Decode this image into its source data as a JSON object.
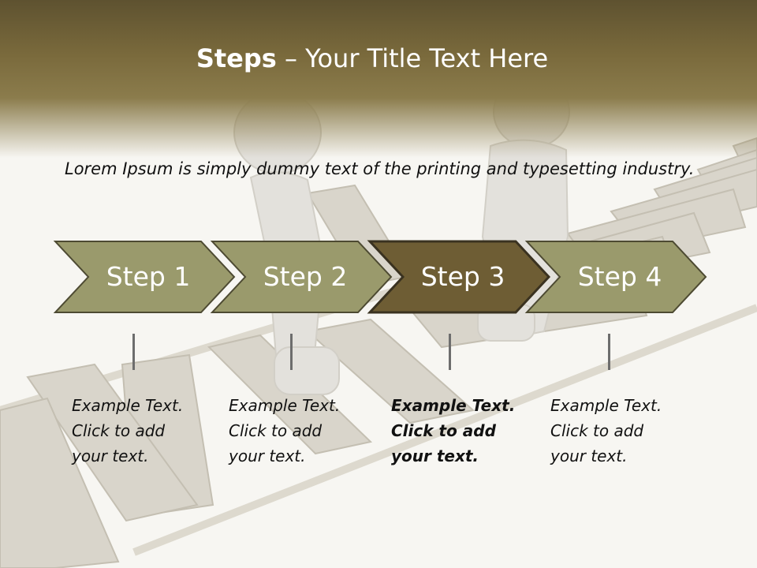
{
  "title": {
    "strong": "Steps",
    "rest": " – Your Title Text Here"
  },
  "intro": "Lorem Ipsum is simply dummy text of the printing and typesetting industry.",
  "colors": {
    "header_dark": "#5e5230",
    "step_default": "#9a9a6c",
    "step_active": "#6e5d34",
    "step_border": "#4d4a32"
  },
  "steps": [
    {
      "label": "Step 1",
      "active": false,
      "caption": [
        "Example Text.",
        "Click  to add",
        "your text."
      ]
    },
    {
      "label": "Step 2",
      "active": false,
      "caption": [
        "Example Text.",
        "Click  to add",
        "your text."
      ]
    },
    {
      "label": "Step 3",
      "active": true,
      "caption": [
        "Example Text.",
        "Click  to add",
        "your text."
      ]
    },
    {
      "label": "Step 4",
      "active": false,
      "caption": [
        "Example Text.",
        "Click  to add",
        "your text."
      ]
    }
  ]
}
